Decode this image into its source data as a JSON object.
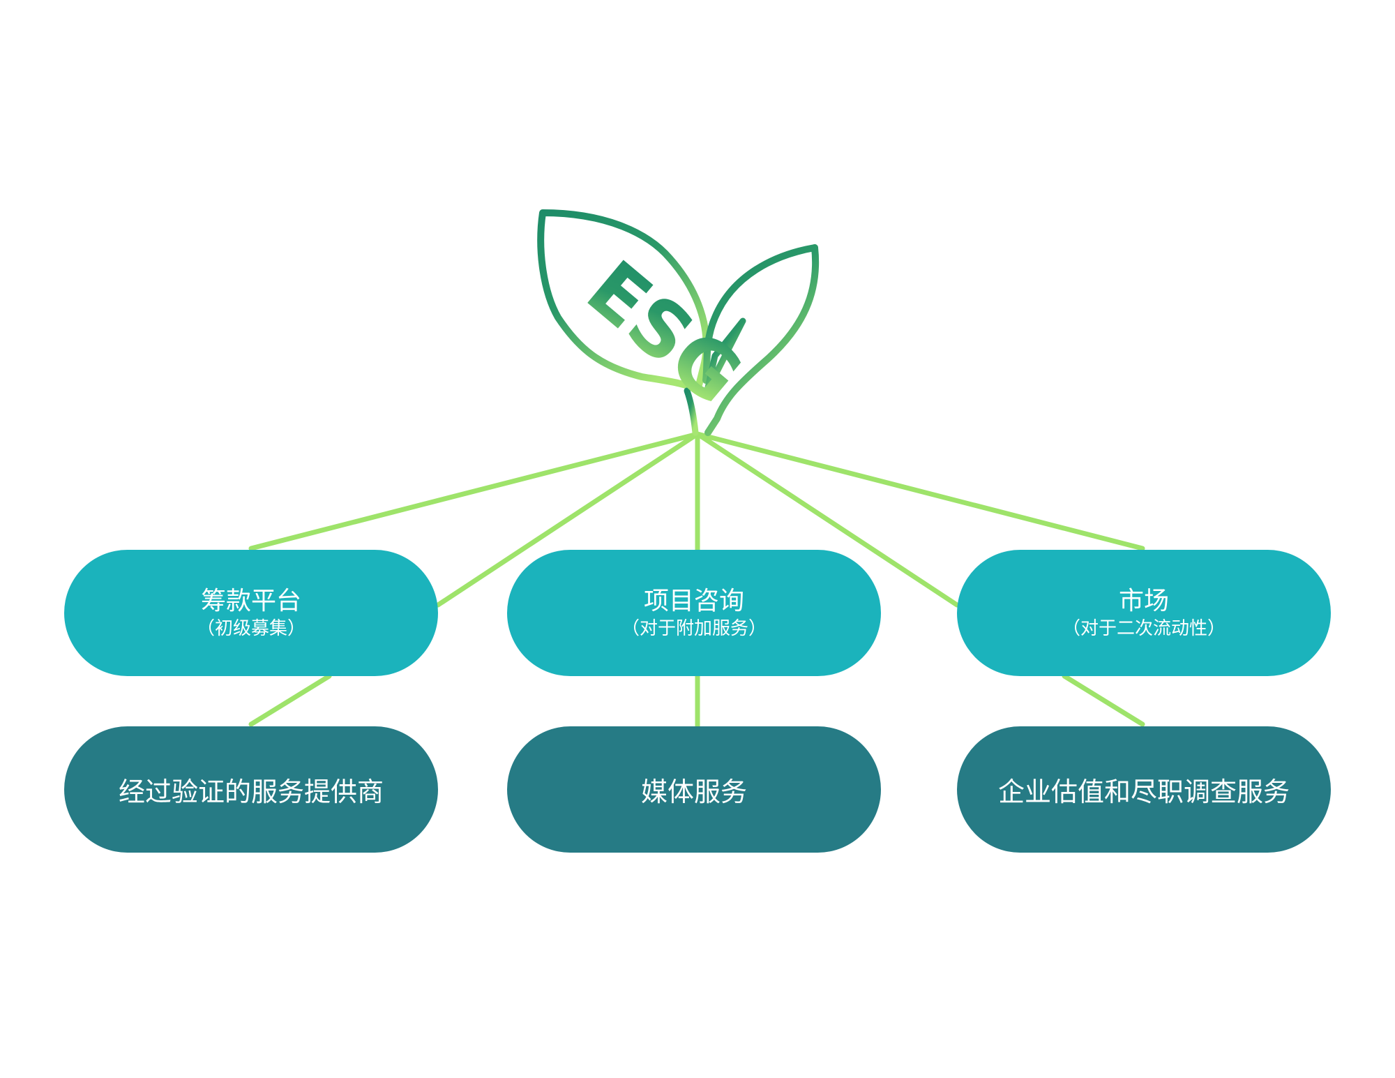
{
  "logo": {
    "text": "ESG"
  },
  "colors": {
    "primary": "#1BB3BC",
    "secondary": "#267B85",
    "connector": "#9EE36A",
    "logo_dark": "#1E8C68",
    "logo_light": "#A6E672"
  },
  "categories": [
    {
      "title": "筹款平台",
      "subtitle": "（初级募集）",
      "child": "经过验证的服务提供商"
    },
    {
      "title": "项目咨询",
      "subtitle": "（对于附加服务）",
      "child": "媒体服务"
    },
    {
      "title": "市场",
      "subtitle": "（对于二次流动性）",
      "child": "企业估值和尽职调查服务"
    }
  ]
}
